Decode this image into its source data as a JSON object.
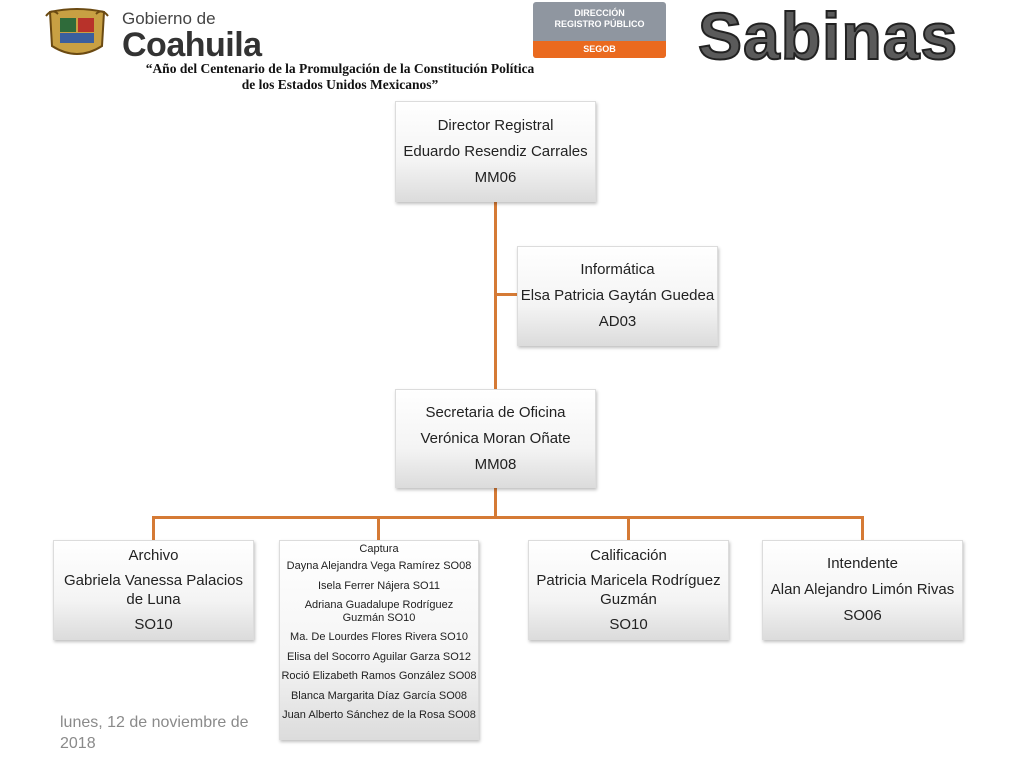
{
  "header": {
    "gov_small": "Gobierno de",
    "gov_big": "Coahuila",
    "motto_line1": "“Año del Centenario de la Promulgación de la Constitución Política",
    "motto_line2": "de los Estados Unidos Mexicanos”",
    "badge_line1": "DIRECCIÓN",
    "badge_line2": "REGISTRO PÚBLICO",
    "badge_footer": "SEGOB",
    "brand": "Sabinas"
  },
  "org": {
    "director": {
      "title": "Director Registral",
      "name": "Eduardo Resendiz Carrales",
      "code": "MM06"
    },
    "informatica": {
      "title": "Informática",
      "name": "Elsa Patricia Gaytán Guedea",
      "code": "AD03"
    },
    "secretaria": {
      "title": "Secretaria de Oficina",
      "name": "Verónica  Moran Oñate",
      "code": "MM08"
    },
    "archivo": {
      "title": "Archivo",
      "name": "Gabriela Vanessa Palacios de Luna",
      "code": "SO10"
    },
    "captura": {
      "title": "Captura",
      "members": [
        "Dayna Alejandra Vega Ramírez  SO08",
        "Isela Ferrer Nájera SO11",
        "Adriana Guadalupe Rodríguez Guzmán SO10",
        "Ma. De Lourdes Flores Rivera SO10",
        "Elisa del Socorro Aguilar Garza SO12",
        "Roció Elizabeth Ramos González SO08",
        "Blanca Margarita Díaz García SO08",
        "Juan Alberto Sánchez de la Rosa SO08"
      ]
    },
    "calificacion": {
      "title": "Calificación",
      "name": "Patricia Maricela Rodríguez Guzmán",
      "code": "SO10"
    },
    "intendente": {
      "title": "Intendente",
      "name": "Alan Alejandro Limón Rivas",
      "code": "SO06"
    }
  },
  "colors": {
    "connector": "#d57a35",
    "badge_orange": "#ea6a1f",
    "badge_gray": "#8f96a0"
  },
  "footer": {
    "date": "lunes, 12 de noviembre de 2018"
  }
}
